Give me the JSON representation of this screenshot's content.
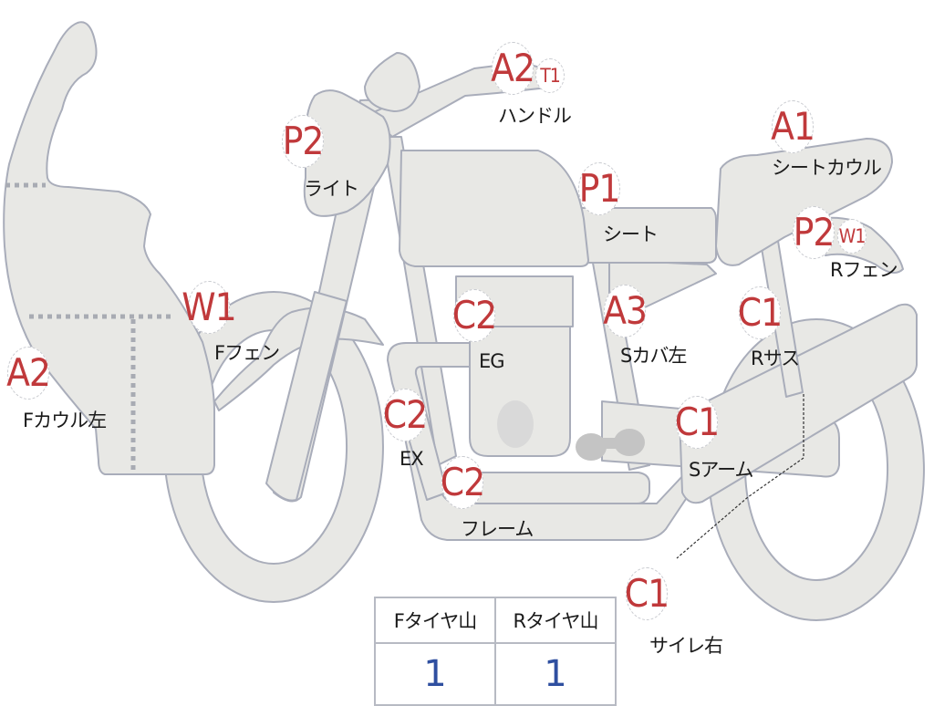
{
  "diagram": {
    "subject": "motorcycle damage map",
    "colors": {
      "part_fill": "#e8e8e5",
      "part_stroke": "#a9adba",
      "code_text": "#c0393b",
      "label_text": "#1a1a1a",
      "value_text": "#2f4fa0"
    },
    "callouts": [
      {
        "id": "handle",
        "codes": [
          "A2",
          "T1"
        ],
        "label": "ハンドル"
      },
      {
        "id": "light",
        "codes": [
          "P2"
        ],
        "label": "ライト"
      },
      {
        "id": "seat-cowl",
        "codes": [
          "A1"
        ],
        "label": "シートカウル"
      },
      {
        "id": "seat",
        "codes": [
          "P1"
        ],
        "label": "シート"
      },
      {
        "id": "r-fender",
        "codes": [
          "P2",
          "W1"
        ],
        "label": "Rフェン"
      },
      {
        "id": "f-fender",
        "codes": [
          "W1"
        ],
        "label": "Fフェン"
      },
      {
        "id": "engine",
        "codes": [
          "C2"
        ],
        "label": "EG"
      },
      {
        "id": "side-cover-l",
        "codes": [
          "A3"
        ],
        "label": "Sカバ左"
      },
      {
        "id": "r-suspension",
        "codes": [
          "C1"
        ],
        "label": "Rサス"
      },
      {
        "id": "f-cowl-l",
        "codes": [
          "A2"
        ],
        "label": "Fカウル左"
      },
      {
        "id": "exhaust",
        "codes": [
          "C2"
        ],
        "label": "EX"
      },
      {
        "id": "swing-arm",
        "codes": [
          "C1"
        ],
        "label": "Sアーム"
      },
      {
        "id": "frame",
        "codes": [
          "C2"
        ],
        "label": "フレーム"
      },
      {
        "id": "silencer-r",
        "codes": [
          "C1"
        ],
        "label": "サイレ右"
      }
    ],
    "tire_table": {
      "headers": [
        "Fタイヤ山",
        "Rタイヤ山"
      ],
      "values": [
        "1",
        "1"
      ]
    }
  }
}
